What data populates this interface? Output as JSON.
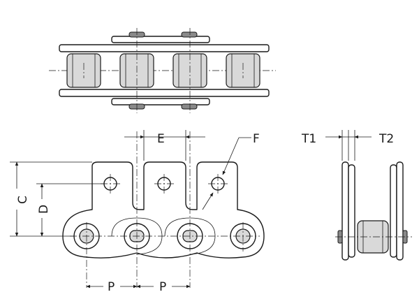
{
  "labels": {
    "E": "E",
    "F": "F",
    "T1": "T1",
    "T2": "T2",
    "C": "C",
    "D": "D",
    "P_left": "P",
    "P_right": "P"
  }
}
